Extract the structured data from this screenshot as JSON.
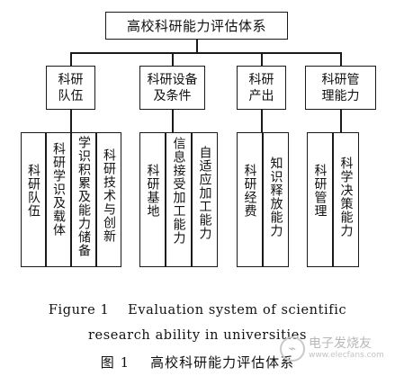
{
  "root": {
    "label": "高校科研能力评估体系"
  },
  "categories": [
    {
      "line1": "科研",
      "line2": "队伍"
    },
    {
      "line1": "科研设备",
      "line2": "及条件"
    },
    {
      "line1": "科研",
      "line2": "产出"
    },
    {
      "line1": "科研管",
      "line2": "理能力"
    }
  ],
  "leaves": [
    "科研队伍",
    "科研学识及载体",
    "学识积累及能力储备",
    "科研技术与创新",
    "科研基地",
    "信息接受加工能力",
    "自适应加工能力",
    "科研经费",
    "知识释放能力",
    "科研管理",
    "科学决策能力"
  ],
  "caption": {
    "english_line1": "Figure 1    Evaluation system of scientific",
    "english_line2": "research ability in universities",
    "chinese": "图 1    高校科研能力评估体系"
  },
  "watermark": {
    "brand": "电子发烧友",
    "url": "www.elecfans.com"
  }
}
